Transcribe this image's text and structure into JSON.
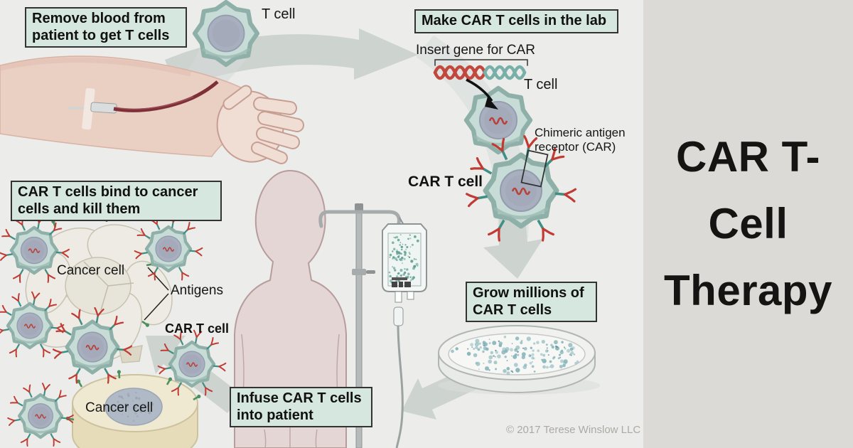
{
  "page": {
    "background_main": "#ECEDEA",
    "background_panel": "#DCDAD6"
  },
  "side_panel": {
    "title_lines": [
      "CAR T-",
      "Cell",
      "Therapy"
    ]
  },
  "steps": [
    {
      "id": "remove",
      "label": "Remove blood from\npatient to get T cells"
    },
    {
      "id": "make",
      "label": "Make CAR T cells in the lab"
    },
    {
      "id": "grow",
      "label": "Grow millions of\nCAR T cells"
    },
    {
      "id": "infuse",
      "label": "Infuse CAR T cells\ninto patient"
    },
    {
      "id": "bind",
      "label": "CAR T cells bind to cancer\ncells and kill them"
    }
  ],
  "annotations": {
    "t_cell_top": "T cell",
    "insert_gene": "Insert gene for CAR",
    "t_cell_mid": "T cell",
    "chimeric_receptor": "Chimeric antigen\nreceptor (CAR)",
    "car_t_cell": "CAR T cell",
    "cancer_cell_top": "Cancer cell",
    "antigens": "Antigens",
    "car_t_cell_bottom": "CAR T cell",
    "cancer_cell_bottom": "Cancer cell"
  },
  "footer": {
    "copyright": "© 2017 Terese Winslow LLC"
  },
  "colors": {
    "label_box_fill": "#D5E7DE",
    "arrow_gray": "#CBD2CE",
    "cell_teal": "#C7DCD6",
    "cell_edge": "#8FB0A8",
    "nucleus_gray": "#A8AFBE",
    "receptor_red": "#C03B33",
    "receptor_stalk_teal": "#3F8F85",
    "antigen_green": "#4E8F5E",
    "dna_red": "#C2473C",
    "dna_teal": "#79AFA9",
    "skin": "#EACFC3",
    "blood_red": "#7E3038",
    "silhouette_pink": "#E5D6D6"
  }
}
